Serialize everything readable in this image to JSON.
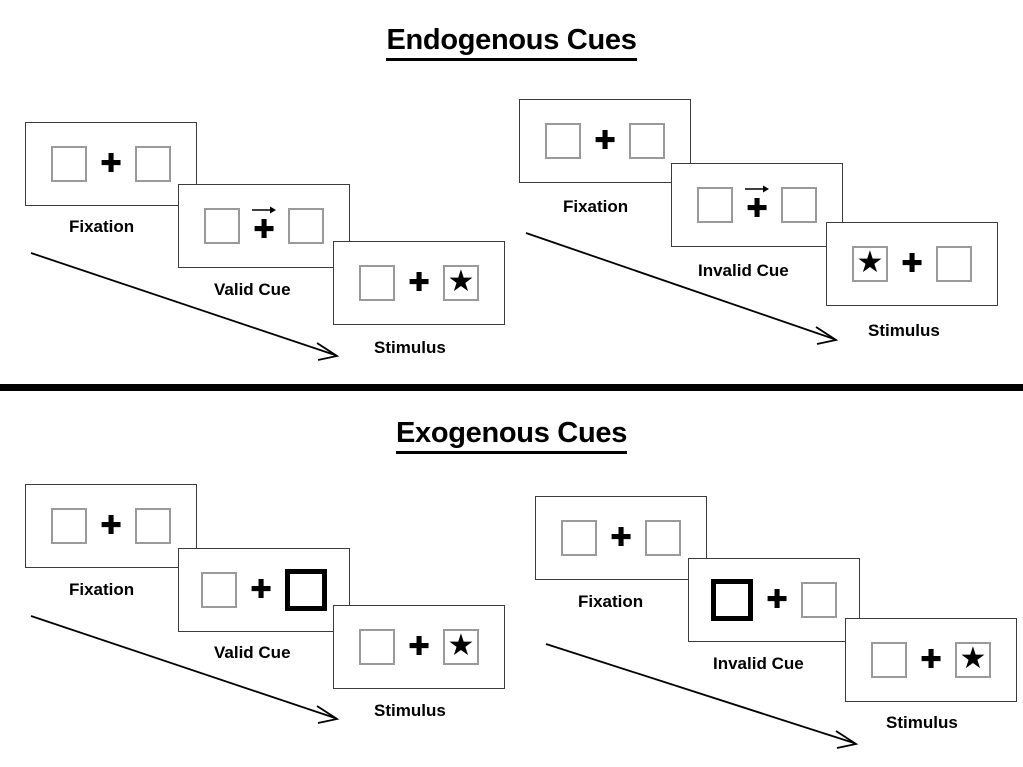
{
  "sections": [
    {
      "id": "endogenous",
      "title": "Endogenous Cues",
      "cue_type": "arrow",
      "groups": [
        {
          "id": "endogenous-valid",
          "steps": [
            {
              "label": "Fixation",
              "left_box": "empty",
              "right_box": "empty",
              "cue": "none"
            },
            {
              "label": "Valid Cue",
              "left_box": "empty",
              "right_box": "empty",
              "cue": "arrow-right"
            },
            {
              "label": "Stimulus",
              "left_box": "empty",
              "right_box": "star",
              "cue": "none"
            }
          ]
        },
        {
          "id": "endogenous-invalid",
          "steps": [
            {
              "label": "Fixation",
              "left_box": "empty",
              "right_box": "empty",
              "cue": "none"
            },
            {
              "label": "Invalid Cue",
              "left_box": "empty",
              "right_box": "empty",
              "cue": "arrow-right"
            },
            {
              "label": "Stimulus",
              "left_box": "star",
              "right_box": "empty",
              "cue": "none"
            }
          ]
        }
      ]
    },
    {
      "id": "exogenous",
      "title": "Exogenous Cues",
      "cue_type": "box-flash",
      "groups": [
        {
          "id": "exogenous-valid",
          "steps": [
            {
              "label": "Fixation",
              "left_box": "empty",
              "right_box": "empty",
              "cue": "none"
            },
            {
              "label": "Valid Cue",
              "left_box": "empty",
              "right_box": "thick",
              "cue": "none"
            },
            {
              "label": "Stimulus",
              "left_box": "empty",
              "right_box": "star",
              "cue": "none"
            }
          ]
        },
        {
          "id": "exogenous-invalid",
          "steps": [
            {
              "label": "Fixation",
              "left_box": "empty",
              "right_box": "empty",
              "cue": "none"
            },
            {
              "label": "Invalid Cue",
              "left_box": "thick",
              "right_box": "empty",
              "cue": "none"
            },
            {
              "label": "Stimulus",
              "left_box": "empty",
              "right_box": "star",
              "cue": "none"
            }
          ]
        }
      ]
    }
  ],
  "glyphs": {
    "fixation_cross": "✚",
    "target_star": "★"
  },
  "colors": {
    "stroke": "#000000",
    "frame_border": "#3b3b3b",
    "box_border": "#9a9a9a",
    "cue_box_border": "#000000",
    "background": "#ffffff"
  }
}
